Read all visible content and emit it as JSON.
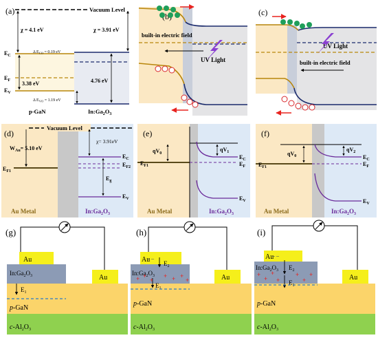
{
  "panels": {
    "a": {
      "tag": "(a)",
      "vacuum_level": "Vacuum Level",
      "chi_pgan": "χ = 4.1 eV",
      "chi_inga": "χ = 3.91 eV",
      "ec": "E",
      "ec_sub": "C",
      "ef": "E",
      "ef_sub": "F",
      "ev": "E",
      "ev_sub": "V",
      "delta_ec": "Δ E",
      "delta_ec_sub": "CO",
      "delta_ec_val": " = 0.19 eV",
      "gap_pgan": "3.38 eV",
      "gap_inga": "4.76 eV",
      "delta_ev": "Δ E",
      "delta_ev_sub": "VO",
      "delta_ev_val": " = 1.19 eV",
      "label_pgan": "p-GaN",
      "label_inga_pre": "In:Ga",
      "label_inga_2": "2",
      "label_inga_mid": "O",
      "label_inga_3": "3"
    },
    "b": {
      "tag": "(b)",
      "field_label": "built-in electric field",
      "uv_label": "UV Light"
    },
    "c": {
      "tag": "(c)",
      "field_label": "built-in electric field",
      "uv_label": "UV Light"
    },
    "d": {
      "tag": "(d)",
      "vacuum_level": "Vacuum Level",
      "chi": "χ=",
      "chi_val": "3.91eV",
      "w_au": "W",
      "w_au_sub": "Au",
      "w_au_val": "= 5.10 eV",
      "ef1": "E",
      "ef1_sub": "F1",
      "ec": "E",
      "ec_sub": "C",
      "ef2": "E",
      "ef2_sub": "F2",
      "eg": "E",
      "eg_sub": "g",
      "ev": "E",
      "ev_sub": "V",
      "metal": "Au Metal",
      "semi_pre": "In:Ga",
      "semi_2": "2",
      "semi_mid": "O",
      "semi_3": "3"
    },
    "e": {
      "tag": "(e)",
      "qv0": "qV",
      "qv0_sub": "0",
      "qv1": "qV",
      "qv1_sub": "1",
      "ef1": "E",
      "ef1_sub": "F1",
      "ec": "E",
      "ec_sub": "C",
      "ef": "E",
      "ef_sub": "F",
      "ev": "E",
      "ev_sub": "V",
      "metal": "Au Metal",
      "semi_pre": "In:Ga",
      "semi_2": "2",
      "semi_mid": "O",
      "semi_3": "3"
    },
    "f": {
      "tag": "(f)",
      "qv0": "qV",
      "qv0_sub": "0",
      "qv2": "qV",
      "qv2_sub": "2",
      "ef1": "E",
      "ef1_sub": "F1",
      "ec": "E",
      "ec_sub": "C",
      "ef": "E",
      "ef_sub": "F",
      "ev": "E",
      "ev_sub": "V",
      "metal": "Au Metal",
      "semi_pre": "In:Ga",
      "semi_2": "2",
      "semi_mid": "O",
      "semi_3": "3"
    },
    "g": {
      "tag": "(g)",
      "au_top": "Au",
      "au_right": "Au",
      "layer_pre": "In:Ga",
      "layer_2": "2",
      "layer_mid": "O",
      "layer_3": "3",
      "e1": "E",
      "e1_sub": "1",
      "pgan_p": "p",
      "pgan_rest": "-GaN",
      "sub_c": "c",
      "sub_rest": "-Al",
      "sub_2": "2",
      "sub_mid": "O",
      "sub_3": "3"
    },
    "h": {
      "tag": "(h)",
      "au_top": "Au",
      "au_right": "Au",
      "layer_pre": "In:Ga",
      "layer_2": "2",
      "layer_mid": "O",
      "layer_3": "3",
      "e1": "E",
      "e1_sub": "1",
      "e2": "E",
      "e2_sub": "2",
      "pgan_p": "p",
      "pgan_rest": "-GaN",
      "sub_c": "c",
      "sub_rest": "-Al",
      "sub_2": "2",
      "sub_mid": "O",
      "sub_3": "3"
    },
    "i": {
      "tag": "(i)",
      "au_top": "Au",
      "au_right": "Au",
      "layer_pre": "In:Ga",
      "layer_2": "2",
      "layer_mid": "O",
      "layer_3": "3",
      "e1": "E",
      "e1_sub": "1",
      "e2": "E",
      "e2_sub": "2",
      "pgan_p": "p",
      "pgan_rest": "-GaN",
      "sub_c": "c",
      "sub_rest": "-Al",
      "sub_2": "2",
      "sub_mid": "O",
      "sub_3": "3"
    }
  },
  "colors": {
    "gold": "#b8860b",
    "navy": "#1a2a6c",
    "purple": "#6a2a9a",
    "metal_bg": "#fbe8c4",
    "semi_bg": "#dde9f6",
    "gap_gray": "#c8c8c8",
    "pgan_fill": "#fbd46a",
    "sub_fill": "#8fd14f",
    "inga_layer": "#8c9bb5",
    "au_fill": "#f5ef1b",
    "electron": "#1f9f5a",
    "hole": "#d8262a",
    "red_arrow": "#e8231f",
    "lightning": "#8a3fd1"
  }
}
